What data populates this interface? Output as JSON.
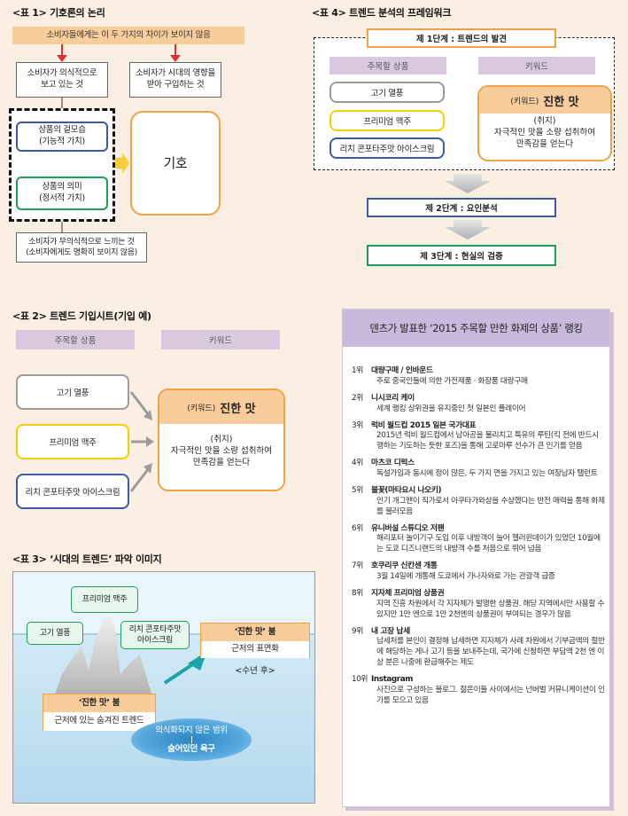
{
  "t1": {
    "title": "<표 1> 기호론의 논리",
    "top_bar": "소비자들에게는 이 두 가지의 차이가 보이지 않음",
    "left_box_lines": [
      "소비자가 의식적으로",
      "보고 있는 것"
    ],
    "right_box_lines": [
      "소비자가 시대의 영향을",
      "받아 구입하는 것"
    ],
    "outer_box_lines": [
      "상품의 겉모습",
      "(기능적 가치)"
    ],
    "inner_box_lines": [
      "상품의 의미",
      "(정서적 가치)"
    ],
    "symbol_box": "기호",
    "bottom_box_lines": [
      "소비자가 무의식적으로 느끼는 것",
      "(소비자에게도 명확히 보이지 않음)"
    ]
  },
  "t2": {
    "title": "<표 2> 트렌드 기입시트(기입 예)",
    "col_products": "주목할 상품",
    "col_keyword": "키워드",
    "products": [
      "고기 열풍",
      "프리미엄 맥주",
      "리치 콘포타주맛 아이스크림"
    ],
    "keyword_prefix": "(키워드)",
    "keyword": "진한 맛",
    "keyword_desc_lines": [
      "(취지)",
      "자극적인 맛을 소량 섭취하여",
      "만족감을 얻는다"
    ]
  },
  "t3": {
    "title": "<표 3> ‘시대의 트렌드’ 파악 이미지",
    "peak_center": "프리미엄 맥주",
    "peak_left": "고기 열풍",
    "peak_right_lines": [
      "리치 콘포타주맛",
      "아이스크림"
    ],
    "now_title": "‘진한 맛’ 붐",
    "now_desc": "근저에 있는 숨겨진 트렌드",
    "future_title": "‘진한 맛’ 붐",
    "future_desc": "근저의 표면화",
    "future_label": "<수년 후>",
    "unconscious_line1": "의식화되지 않은 범위",
    "unconscious_line2": "숨어있던 욕구"
  },
  "t4": {
    "title": "<표 4> 트렌드 분석의 프레임워크",
    "step1": "제 1단계 : 트렌드의 발견",
    "col_products": "주목할 상품",
    "col_keyword": "키워드",
    "products": [
      "고기 열풍",
      "프리미엄 맥주",
      "리치 콘포타주맛 아이스크림"
    ],
    "keyword_prefix": "(키워드)",
    "keyword": "진한 맛",
    "keyword_desc_lines": [
      "(취지)",
      "자극적인 맛을 소량 섭취하여",
      "만족감을 얻는다"
    ],
    "step2": "제 2단계 : 요인분석",
    "step3": "제 3단계 : 현실의 검증"
  },
  "ranking": {
    "title": "덴츠가 발표한 ‘2015 주목할 만한 화제의 상품’ 랭킹",
    "items": [
      {
        "rank": "1위",
        "name": "대량구매 / 인바운드",
        "desc": "주로 중국인들에 의한 가전제품 · 화장품 대량구매"
      },
      {
        "rank": "2위",
        "name": "니시코리 케이",
        "desc": "세계 랭킹 상위권을 유지중인 첫 일본인 플레이어"
      },
      {
        "rank": "3위",
        "name": "럭비 월드컵 2015 일본 국가대표",
        "desc": "2015년 럭비 월드컵에서 남아공을 물리치고 특유의 루틴(킥 전에 반드시 행하는 기도하는 듯한 포즈)을 통해 고로마루 선수가 큰 인기를 얻음"
      },
      {
        "rank": "4위",
        "name": "마츠코 디럭스",
        "desc": "독설가임과 동시에 정이 많은, 두 가지 면을 가지고 있는 여장남자 탤런트"
      },
      {
        "rank": "5위",
        "name": "불꽃(마타요시 나오키)",
        "desc": "인기 개그맨이 직가로서 아쿠타가와상을 수상했다는 반전 매력을 통해 화제를 불러모음"
      },
      {
        "rank": "6위",
        "name": "유니버설 스튜디오 저팬",
        "desc": "해리포터 놀이기구 도입 이후 내방객이 늘어 헬러윈데이가 있었던 10월에는 도쿄 디즈니랜드의 내방객 수를 처음으로 뛰어 넘음"
      },
      {
        "rank": "7위",
        "name": "호쿠리쿠 신칸센 개통",
        "desc": "3월 14일에 개통해 도쿄에서 가나자와로 가는 관광객 급증"
      },
      {
        "rank": "8위",
        "name": "지자체 프리미엄 상품권",
        "desc": "지역 진흥 차원에서 각 지자체가 발행한 상품권. 해당 지역에서만 사용할 수 있지만 1만 엔으로 1만 2천엔의 상품권이 부여되는 경우가 많음"
      },
      {
        "rank": "9위",
        "name": "내 고장 납세",
        "desc": "납세처를 본인이 결정해 납세하면 지자체가 사례 차원에서 기부금액의 절반에 해당하는 게나 고기 등을 보내주는데, 국가에 신청하면 부담액 2천 엔 이상 분은 나중에 환급해주는 제도"
      },
      {
        "rank": "10위",
        "name": "Instagram",
        "desc": "사진으로 구성하는 블로그. 젊은이들 사이에서는 넌버벌 커뮤니케이션이 인기를 모으고 있음"
      }
    ]
  },
  "colors": {
    "orange": "#f0a144",
    "peach": "#f9cc9c",
    "yellow": "#f5d000",
    "blue": "#3d5aa8",
    "green": "#1f9e5a",
    "gray_box": "#9b9b9b",
    "lavender": "#d9c9df",
    "teal": "#1aa4a7",
    "red": "#e03030"
  }
}
